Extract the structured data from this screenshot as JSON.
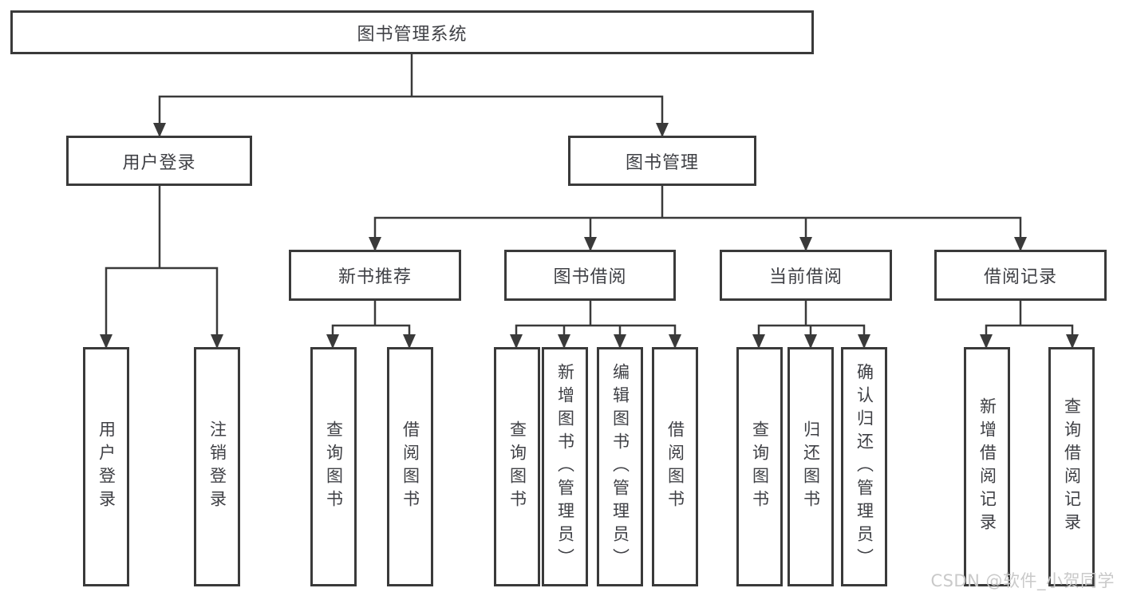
{
  "colors": {
    "line": "#3a3a3a",
    "box_border": "#3a3a3a",
    "text": "#3f4045",
    "watermark": "#c9c9c9",
    "background": "#ffffff"
  },
  "diagram": {
    "root": {
      "label": "图书管理系统"
    },
    "user_login": {
      "label": "用户登录",
      "children": {
        "login": {
          "label": "用户登录"
        },
        "logout": {
          "label": "注销登录"
        }
      }
    },
    "book_management": {
      "label": "图书管理",
      "sections": {
        "new_book_recommend": {
          "label": "新书推荐",
          "children": {
            "query_books": {
              "label": "查询图书"
            },
            "borrow_books": {
              "label": "借阅图书"
            }
          }
        },
        "book_borrowing": {
          "label": "图书借阅",
          "children": {
            "query_books": {
              "label": "查询图书"
            },
            "add_books": {
              "label": "新增图书（管理员）"
            },
            "edit_books": {
              "label": "编辑图书（管理员）"
            },
            "borrow_books": {
              "label": "借阅图书"
            }
          }
        },
        "current_borrowing": {
          "label": "当前借阅",
          "children": {
            "query_books": {
              "label": "查询图书"
            },
            "return_books": {
              "label": "归还图书"
            },
            "confirm_return": {
              "label": "确认归还（管理员）"
            }
          }
        },
        "borrowing_records": {
          "label": "借阅记录",
          "children": {
            "add_record": {
              "label": "新增借阅记录"
            },
            "query_record": {
              "label": "查询借阅记录"
            }
          }
        }
      }
    }
  },
  "watermark": {
    "text": "CSDN @软件_小贺同学"
  }
}
